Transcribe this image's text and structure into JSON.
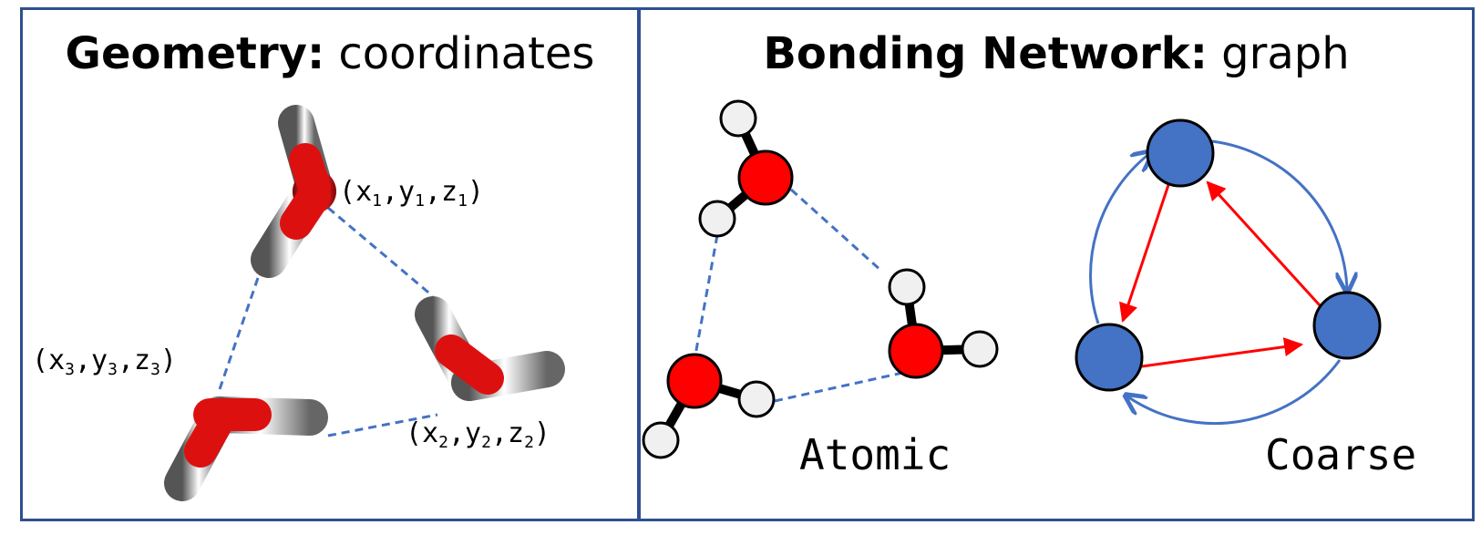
{
  "left_panel": {
    "title_bold": "Geometry:",
    "title_rest": " coordinates",
    "coord1": {
      "x": "x",
      "sub": "1",
      "y": "y",
      "z": "z"
    },
    "coord2": {
      "x": "x",
      "sub": "2",
      "y": "y",
      "z": "z"
    },
    "coord3": {
      "x": "x",
      "sub": "3",
      "y": "y",
      "z": "z"
    }
  },
  "right_panel": {
    "title_bold": "Bonding Network:",
    "title_rest": " graph",
    "atomic_label": "Atomic",
    "coarse_label": "Coarse"
  },
  "colors": {
    "frame": "#2f4f8f",
    "oxygen": "#ff0000",
    "hydrogen": "#f0f0f0",
    "node_blue": "#4472c4",
    "hbond": "#4472c4",
    "red_arrow": "#ff0000"
  }
}
